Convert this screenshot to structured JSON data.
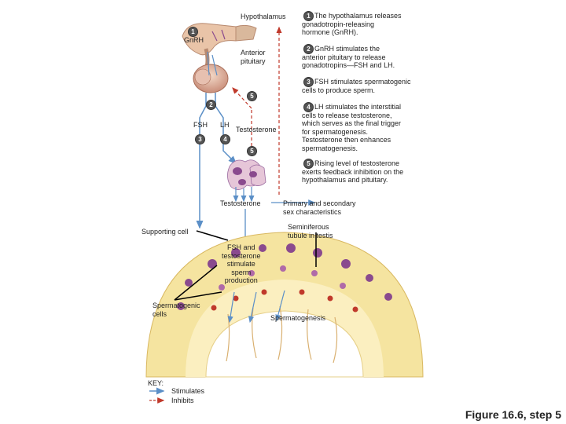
{
  "labels": {
    "hypothalamus": "Hypothalamus",
    "gnrh": "GnRH",
    "anterior_pituitary": "Anterior\npituitary",
    "fsh": "FSH",
    "lh": "LH",
    "testosterone_upper": "Testosterone",
    "testosterone_lower": "Testosterone",
    "primary_secondary": "Primary and secondary\nsex characteristics",
    "seminiferous": "Seminiferous\ntubule in testis",
    "supporting_cell": "Supporting cell",
    "fsh_testosterone": "FSH and\ntestosterone\nstimulate\nsperm\nproduction",
    "spermatogenic_cells": "Spermatogenic\ncells",
    "spermatogenesis": "Spermatogenesis"
  },
  "steps": [
    {
      "n": "1",
      "text": "The hypothalamus releases\ngonadotropin-releasing\nhormone (GnRH)."
    },
    {
      "n": "2",
      "text": "GnRH stimulates the\nanterior pituitary to release\ngonadotropins—FSH and LH."
    },
    {
      "n": "3",
      "text": "FSH stimulates spermatogenic\ncells to produce sperm."
    },
    {
      "n": "4",
      "text": "LH stimulates the interstitial\ncells to release testosterone,\nwhich serves as the final trigger\nfor spermatogenesis.\nTestosterone then enhances\nspermatogenesis."
    },
    {
      "n": "5",
      "text": "Rising level of testosterone\nexerts feedback inhibition on the\nhypothalamus and pituitary."
    }
  ],
  "diagram_badges": {
    "one": "1",
    "two": "2",
    "three": "3",
    "four": "4",
    "five": "5"
  },
  "key": {
    "title": "KEY:",
    "stimulates": "Stimulates",
    "inhibits": "Inhibits"
  },
  "caption": "Figure 16.6, step 5",
  "colors": {
    "stimulate_arrow": "#5b8fc7",
    "inhibit_arrow": "#c0392b",
    "tubule_wall": "#f5e6a8",
    "tubule_lumen": "#ffffff",
    "cell_purple": "#8a4a8e",
    "cell_pink": "#e6c6d8",
    "brain_tissue": "#e8c8b0"
  }
}
